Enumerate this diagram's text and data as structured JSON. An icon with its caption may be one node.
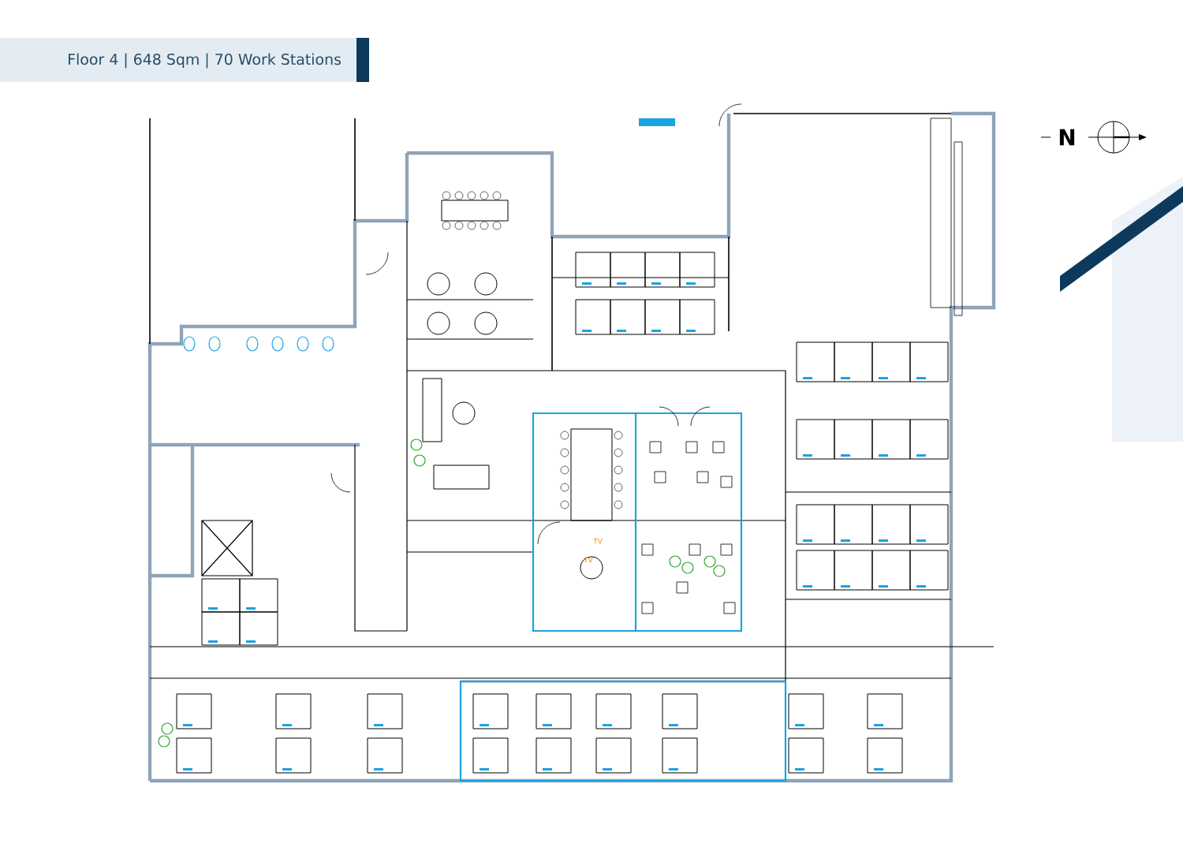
{
  "diagram": {
    "title": "Floor 4 | 648 Sqm | 70 Work Stations",
    "labels": [
      "N",
      "TV",
      "TV"
    ]
  }
}
